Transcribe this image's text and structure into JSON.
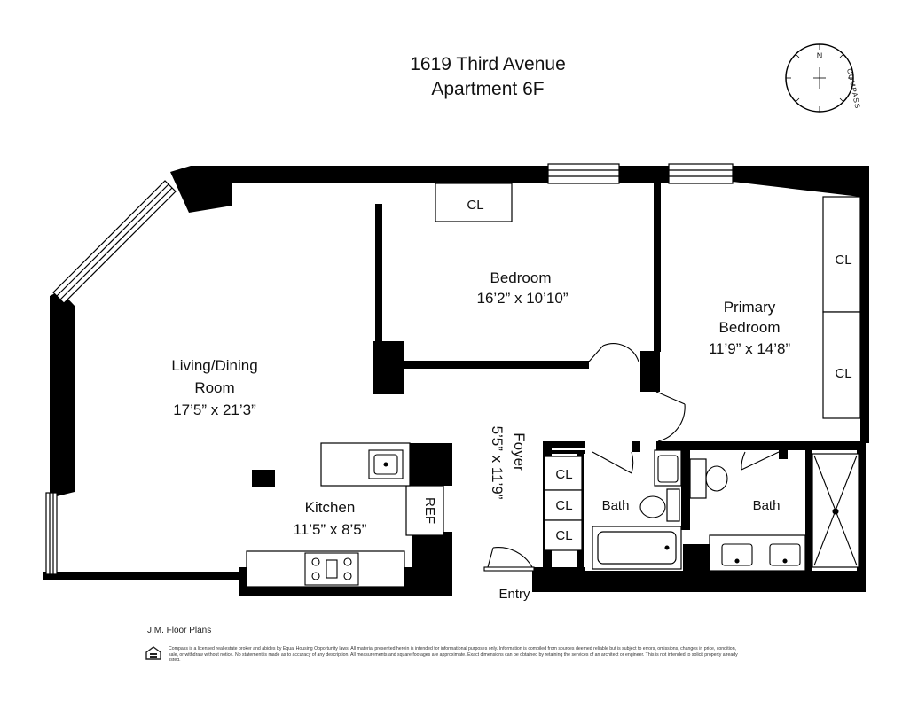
{
  "title": {
    "address": "1619 Third Avenue",
    "unit": "Apartment 6F"
  },
  "compass": {
    "north_letter": "N",
    "brand": "COMPASS",
    "icon": "compass-rose-icon"
  },
  "rooms": {
    "bedroom": {
      "name": "Bedroom",
      "dims": "16’2” x 10’10”"
    },
    "primary_bedroom": {
      "name_line1": "Primary",
      "name_line2": "Bedroom",
      "dims": "11’9” x 14’8”"
    },
    "living_dining": {
      "name_line1": "Living/Dining",
      "name_line2": "Room",
      "dims": "17’5” x 21’3”"
    },
    "kitchen": {
      "name": "Kitchen",
      "dims": "11’5” x 8’5”"
    },
    "foyer": {
      "name": "Foyer",
      "dims": "5’5” x 11’9”"
    },
    "bath_1": {
      "name": "Bath"
    },
    "bath_2": {
      "name": "Bath"
    }
  },
  "closets": {
    "bedroom_closet": "CL",
    "primary_closet_upper": "CL",
    "primary_closet_lower": "CL",
    "foyer_closet_1": "CL",
    "foyer_closet_2": "CL",
    "foyer_closet_3": "CL"
  },
  "appliances": {
    "refrigerator": "REF"
  },
  "entry": "Entry",
  "footer": {
    "brand": "J.M. Floor Plans",
    "disclaimer": "Compass is a licensed real estate broker and abides by Equal Housing Opportunity laws. All material presented herein is intended for informational purposes only. Information is compiled from sources deemed reliable but is subject to errors, omissions, changes in price, condition, sale, or withdraw without notice. No statement is made as to accuracy of any description. All measurements and square footages are approximate. Exact dimensions can be obtained by retaining the services of an architect or engineer. This is not intended to solicit property already listed."
  },
  "colors": {
    "wall": "#000000",
    "window_fill": "#ffffff",
    "compass_north": "#d22828"
  }
}
